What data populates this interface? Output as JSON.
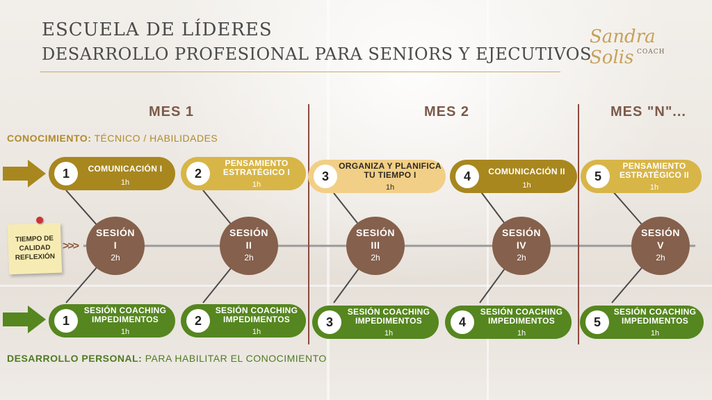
{
  "header": {
    "title": "ESCUELA DE LÍDERES",
    "subtitle": "DESARROLLO PROFESIONAL PARA SENIORS Y EJECUTIVOS"
  },
  "logo": {
    "name": "Sandra Solis",
    "tag": "COACH"
  },
  "months": [
    "MES 1",
    "MES 2",
    "MES \"N\"..."
  ],
  "knowledge_label": {
    "bold": "CONOCIMIENTO:",
    "rest": " TÉCNICO / HABILIDADES"
  },
  "development_label": {
    "bold": "DESARROLLO PERSONAL:",
    "rest": " PARA HABILITAR EL CONOCIMIENTO"
  },
  "note": {
    "line1": "TIEMPO DE",
    "line2": "CALIDAD",
    "line3": "REFLEXIÓN"
  },
  "chevrons": ">>>",
  "top_modules": [
    {
      "num": "1",
      "title": "COMUNICACIÓN I",
      "duration": "1h"
    },
    {
      "num": "2",
      "title": "PENSAMIENTO ESTRATÉGICO I",
      "duration": "1h"
    },
    {
      "num": "3",
      "title": "ORGANIZA Y PLANIFICA TU TIEMPO I",
      "duration": "1h"
    },
    {
      "num": "4",
      "title": "COMUNICACIÓN II",
      "duration": "1h"
    },
    {
      "num": "5",
      "title": "PENSAMIENTO ESTRATÉGICO II",
      "duration": "1h"
    }
  ],
  "sessions": [
    {
      "label": "SESIÓN",
      "roman": "I",
      "duration": "2h"
    },
    {
      "label": "SESIÓN",
      "roman": "II",
      "duration": "2h"
    },
    {
      "label": "SESIÓN",
      "roman": "III",
      "duration": "2h"
    },
    {
      "label": "SESIÓN",
      "roman": "IV",
      "duration": "2h"
    },
    {
      "label": "SESIÓN",
      "roman": "V",
      "duration": "2h"
    }
  ],
  "bottom_modules": [
    {
      "num": "1",
      "title": "SESIÓN COACHING IMPEDIMENTOS",
      "duration": "1h"
    },
    {
      "num": "2",
      "title": "SESIÓN COACHING IMPEDIMENTOS",
      "duration": "1h"
    },
    {
      "num": "3",
      "title": "SESIÓN COACHING IMPEDIMENTOS",
      "duration": "1h"
    },
    {
      "num": "4",
      "title": "SESIÓN COACHING IMPEDIMENTOS",
      "duration": "1h"
    },
    {
      "num": "5",
      "title": "SESIÓN COACHING IMPEDIMENTOS",
      "duration": "1h"
    }
  ],
  "colors": {
    "gold_dark": "#a8871f",
    "gold_light": "#d8b547",
    "gold_pale": "#f2cf86",
    "green": "#55861f",
    "brown": "#85604c",
    "divider": "#8b4a3e"
  }
}
